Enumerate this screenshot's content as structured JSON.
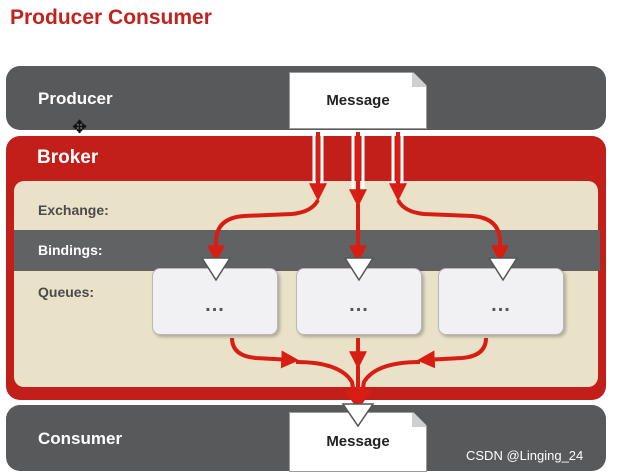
{
  "title": "Producer Consumer",
  "producer": {
    "label": "Producer",
    "message": "Message"
  },
  "broker": {
    "label": "Broker",
    "rows": {
      "exchange": "Exchange:",
      "bindings": "Bindings:",
      "queues": "Queues:"
    },
    "queues": [
      {
        "label": "..."
      },
      {
        "label": "..."
      },
      {
        "label": "..."
      }
    ]
  },
  "consumer": {
    "label": "Consumer",
    "message": "Message"
  },
  "watermark": "CSDN @Linging_24",
  "colors": {
    "accent": "#c21f1a",
    "band": "#58595b",
    "inner": "#e9e1c8",
    "arrow": "#d81e14"
  }
}
